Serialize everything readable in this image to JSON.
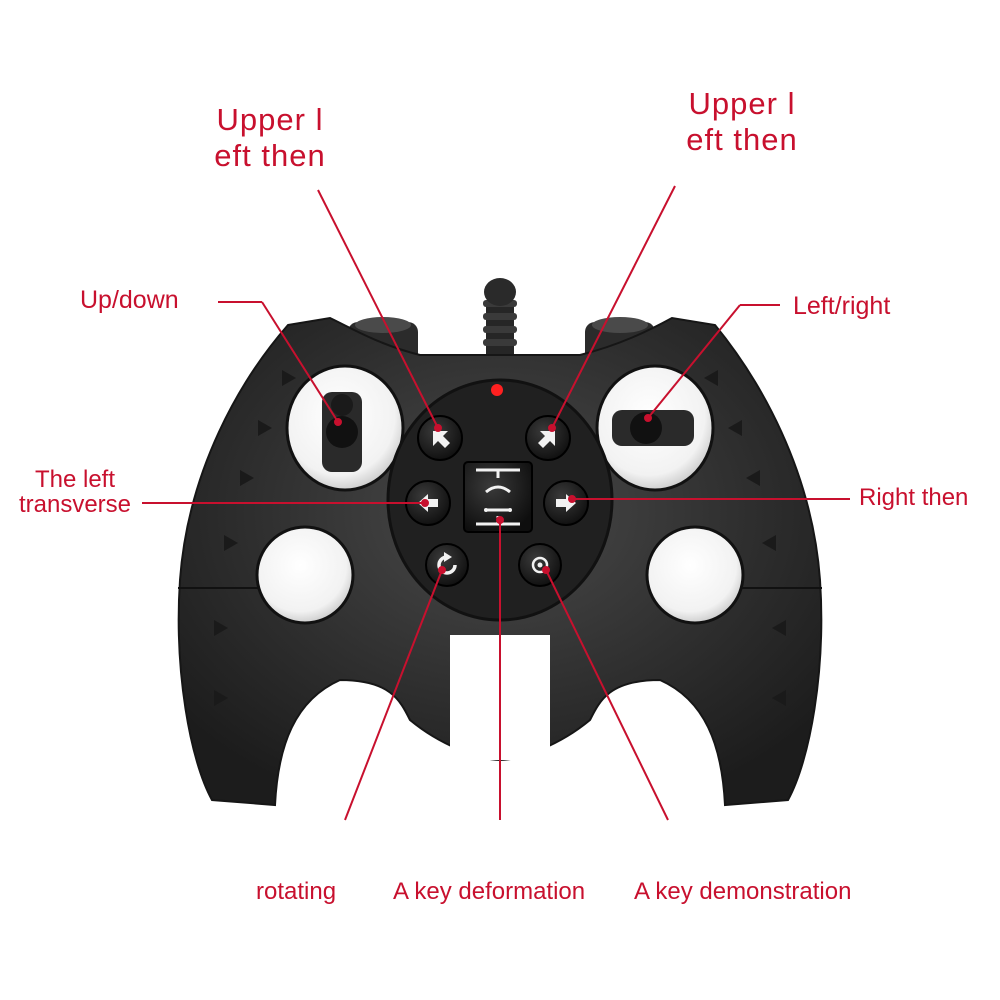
{
  "labels": {
    "upper_left": [
      "Upper l",
      "eft then"
    ],
    "upper_right": [
      "Upper l",
      "eft then"
    ],
    "up_down": "Up/down",
    "left_right": "Left/right",
    "left_transverse": [
      "The left",
      "transverse"
    ],
    "right_then": "Right then",
    "rotating": "rotating",
    "key_deformation": "A key deformation",
    "key_demonstration": "A key demonstration"
  },
  "colors": {
    "label_red": "#c8102e",
    "body_dark": "#2a2a2a",
    "led": "#ff2020"
  },
  "icons": {
    "top_left_button": "arrow-up-left-icon",
    "top_right_button": "arrow-up-right-icon",
    "left_button": "arrow-left-icon",
    "right_button": "arrow-right-icon",
    "rotate_button": "rotate-icon",
    "demo_button": "demo-icon",
    "deform_button": "deform-icon"
  }
}
